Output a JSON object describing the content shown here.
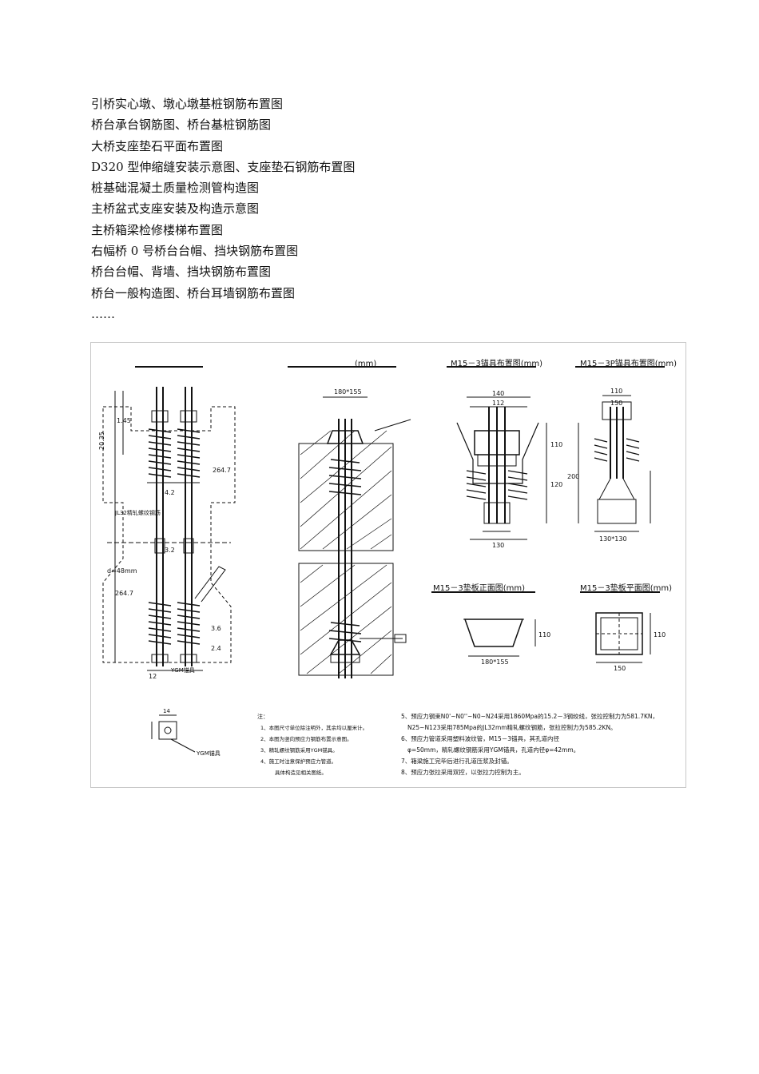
{
  "list": {
    "items": [
      "引桥实心墩、墩心墩基桩钢筋布置图",
      "桥台承台钢筋图、桥台基桩钢筋图",
      "大桥支座垫石平面布置图",
      "D320 型伸缩缝安装示意图、支座垫石钢筋布置图",
      "桩基础混凝土质量检测管构造图",
      "主桥盆式支座安装及构造示意图",
      "主桥箱梁检修楼梯布置图",
      "右幅桥 0 号桥台台帽、挡块钢筋布置图",
      "桥台台帽、背墙、挡块钢筋布置图",
      "桥台一般构造图、桥台耳墙钢筋布置图",
      "……"
    ]
  },
  "drawing": {
    "title_anchor": "M15－3锚具布置图(mm)",
    "title_anchor_p": "M15－3P锚具布置图(mm)",
    "title_plate": "M15－3垫板正面图(mm)",
    "title_plate_plan": "M15－3垫板平面图(mm)",
    "title_section": "(mm)",
    "notes": [
      "5、预应力钢束N0'~N0''~N0~N24采用1860Mpa的15.2－3钢绞线，张拉控制力为581.7KN，",
      "N25~N123采用785Mpa的JL32mm精轧螺纹钢筋，张拉控制力为585.2KN。",
      "6、预应力管道采用塑料波纹管，M15－3锚具，其孔道内径",
      "φ=50mm，精轧螺纹钢筋采用YGM锚具，孔道内径φ=42mm。",
      "7、箱梁施工完毕后进行孔道压浆及封锚。",
      "8、预应力张拉采用双控，以张拉力控制为主。"
    ],
    "left_notes": [
      "1、本图尺寸单位除注明外，其余均以厘米计。",
      "2、本图为竖向预应力钢筋布置示意图。",
      "3、精轧螺纹钢筋采用YGM锚具。",
      "4、施工时注意保护预应力管道。",
      "具体构造见相关图纸。"
    ],
    "labels": {
      "dim_140": "140",
      "dim_112": "112",
      "dim_110": "110",
      "dim_130": "130",
      "dim_180x155": "180*155",
      "dim_150": "150",
      "dim_130x130": "130*130",
      "dim_200": "200",
      "dim_120": "120",
      "dim_12": "12",
      "dim_14": "14",
      "dim_264_7": "264.7",
      "dim_d48": "d=48mm",
      "dim_4_2": "4.2",
      "dim_3_2": "3.2",
      "dim_20_35": "20.35",
      "dim_1_45": "1.45",
      "dim_2_4": "2.4",
      "dim_3_6": "3.6",
      "lbl_ygm": "YGM锚具",
      "lbl_jl32": "JL32精轧螺纹钢筋",
      "note_head": "注："
    }
  }
}
